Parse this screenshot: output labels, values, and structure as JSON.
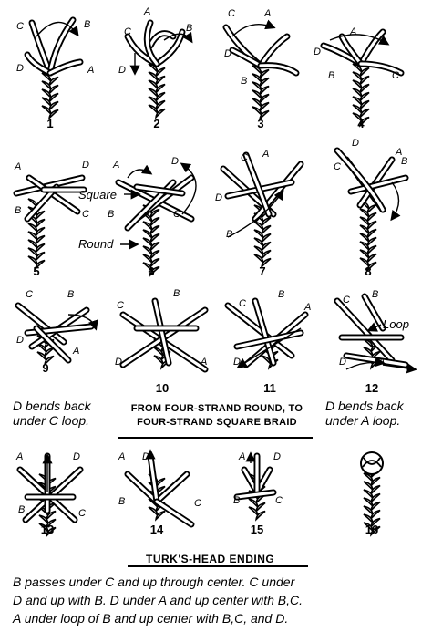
{
  "figures": [
    {
      "number": "1",
      "letters": [
        "C",
        "B",
        "D",
        "A"
      ]
    },
    {
      "number": "2",
      "letters": [
        "A",
        "C",
        "D",
        "B"
      ]
    },
    {
      "number": "3",
      "letters": [
        "C",
        "A",
        "D",
        "B"
      ]
    },
    {
      "number": "4",
      "letters": [
        "D",
        "A",
        "B",
        "C"
      ]
    },
    {
      "number": "5",
      "letters": [
        "A",
        "D",
        "B",
        "C"
      ]
    },
    {
      "number": "6",
      "letters": [
        "A",
        "D",
        "B",
        "C"
      ],
      "callouts": [
        "Square",
        "Round"
      ]
    },
    {
      "number": "7",
      "letters": [
        "C",
        "A",
        "D",
        "B"
      ]
    },
    {
      "number": "8",
      "letters": [
        "C",
        "A",
        "B",
        "D"
      ]
    },
    {
      "number": "9",
      "letters": [
        "C",
        "B",
        "D",
        "A"
      ]
    },
    {
      "number": "10",
      "letters": [
        "C",
        "B",
        "D",
        "A"
      ]
    },
    {
      "number": "11",
      "letters": [
        "C",
        "B",
        "D",
        "A"
      ]
    },
    {
      "number": "12",
      "letters": [
        "C",
        "B",
        "D",
        "A"
      ],
      "callouts": [
        "Loop"
      ]
    },
    {
      "number": "13",
      "letters": [
        "A",
        "D",
        "B",
        "C"
      ]
    },
    {
      "number": "14",
      "letters": [
        "A",
        "D",
        "B",
        "C"
      ]
    },
    {
      "number": "15",
      "letters": [
        "A",
        "D",
        "B",
        "C"
      ]
    },
    {
      "number": "16",
      "letters": []
    }
  ],
  "captions": {
    "left": [
      "D bends back",
      "under C loop."
    ],
    "middle": [
      "FROM FOUR-STRAND ROUND, TO",
      "FOUR-STRAND SQUARE BRAID"
    ],
    "right": [
      "D bends back",
      "under A loop."
    ]
  },
  "section_title": "TURK'S-HEAD ENDING",
  "bottom_text": [
    "B passes under C and up through center.  C under",
    "D and up with B.  D under A and up center with B,C.",
    "A under loop of B and up center with B,C, and D."
  ]
}
